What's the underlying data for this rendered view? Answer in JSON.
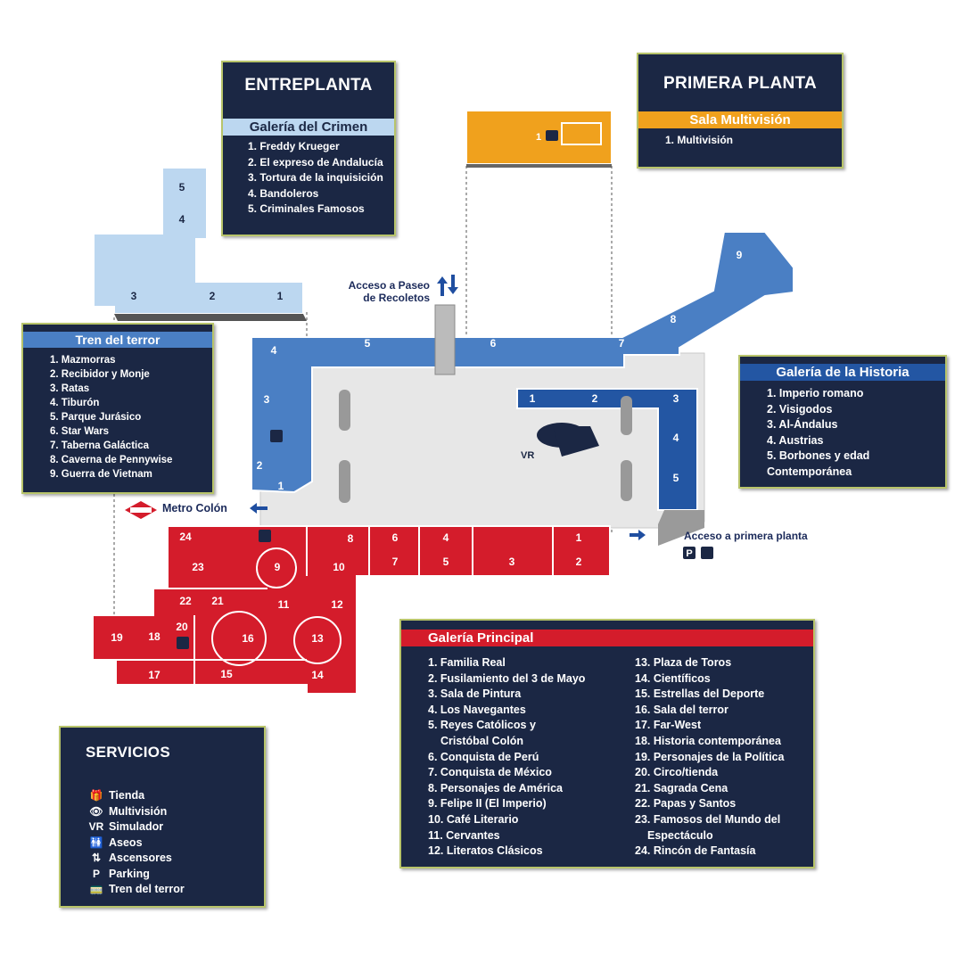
{
  "colors": {
    "panel_bg": "#1b2744",
    "panel_border": "#b8c46a",
    "entreplanta_light_blue": "#bcd7f0",
    "multivision_orange": "#f0a11d",
    "tren_terror_blue": "#4a7fc4",
    "historia_blue": "#2356a3",
    "principal_red": "#d41c2b"
  },
  "entreplanta": {
    "title": "ENTREPLANTA",
    "section": "Galería del Crimen",
    "items": [
      "1. Freddy Krueger",
      "2. El expreso de Andalucía",
      "3. Tortura de la inquisición",
      "4. Bandoleros",
      "5. Criminales Famosos"
    ]
  },
  "primera_planta": {
    "title": "PRIMERA PLANTA",
    "section": "Sala Multivisión",
    "items": [
      "1. Multivisión"
    ]
  },
  "tren_terror": {
    "section": "Tren del terror",
    "items": [
      "1. Mazmorras",
      "2. Recibidor y Monje",
      "3. Ratas",
      "4. Tiburón",
      "5. Parque Jurásico",
      "6. Star Wars",
      "7. Taberna Galáctica",
      "8. Caverna de Pennywise",
      "9. Guerra de Vietnam"
    ]
  },
  "historia": {
    "section": "Galería de la Historia",
    "items": [
      "1. Imperio romano",
      "2. Visigodos",
      "3. Al-Ándalus",
      "4. Austrias",
      "5. Borbones y edad Contemporánea"
    ]
  },
  "servicios": {
    "title": "SERVICIOS",
    "items": [
      {
        "icon": "gift-icon",
        "glyph": "🎁",
        "label": "Tienda"
      },
      {
        "icon": "eye-icon",
        "glyph": "👁",
        "label": "Multivisión"
      },
      {
        "icon": "vr-icon",
        "glyph": "VR",
        "label": "Simulador"
      },
      {
        "icon": "restroom-icon",
        "glyph": "🚻",
        "label": "Aseos"
      },
      {
        "icon": "elevator-icon",
        "glyph": "⇅",
        "label": "Ascensores"
      },
      {
        "icon": "parking-icon",
        "glyph": "P",
        "label": "Parking"
      },
      {
        "icon": "train-icon",
        "glyph": "🚃",
        "label": "Tren del terror"
      }
    ]
  },
  "principal": {
    "section": "Galería Principal",
    "col1": [
      "1. Familia Real",
      "2. Fusilamiento del 3 de Mayo",
      "3. Sala de Pintura",
      "4. Los Navegantes",
      "5. Reyes Católicos y",
      "Cristóbal Colón",
      "6. Conquista de Perú",
      "7. Conquista de México",
      "8. Personajes de América",
      "9. Felipe II (El Imperio)",
      "10. Café Literario",
      "11. Cervantes",
      "12. Literatos Clásicos"
    ],
    "col2": [
      "13. Plaza de Toros",
      "14. Científicos",
      "15. Estrellas del Deporte",
      "16. Sala del terror",
      "17. Far-West",
      "18. Historia contemporánea",
      "19. Personajes de la Política",
      "20. Circo/tienda",
      "21. Sagrada Cena",
      "22. Papas y Santos",
      "23. Famosos del Mundo del",
      "Espectáculo",
      "24. Rincón de Fantasía"
    ]
  },
  "map": {
    "acceso_recoletos_line1": "Acceso a Paseo",
    "acceso_recoletos_line2": "de Recoletos",
    "metro": "Metro Colón",
    "acceso_primera": "Acceso a primera planta",
    "vr": "VR",
    "red_rooms": [
      "1",
      "2",
      "3",
      "4",
      "5",
      "6",
      "7",
      "8",
      "9",
      "10",
      "11",
      "12",
      "13",
      "14",
      "15",
      "16",
      "17",
      "18",
      "19",
      "20",
      "21",
      "22",
      "23",
      "24"
    ],
    "tren_rooms": [
      "1",
      "2",
      "3",
      "4",
      "5",
      "6",
      "7",
      "8",
      "9"
    ],
    "historia_rooms": [
      "1",
      "2",
      "3",
      "4",
      "5"
    ],
    "entreplanta_rooms": [
      "1",
      "2",
      "3",
      "4",
      "5"
    ],
    "multivision_rooms": [
      "1"
    ]
  }
}
